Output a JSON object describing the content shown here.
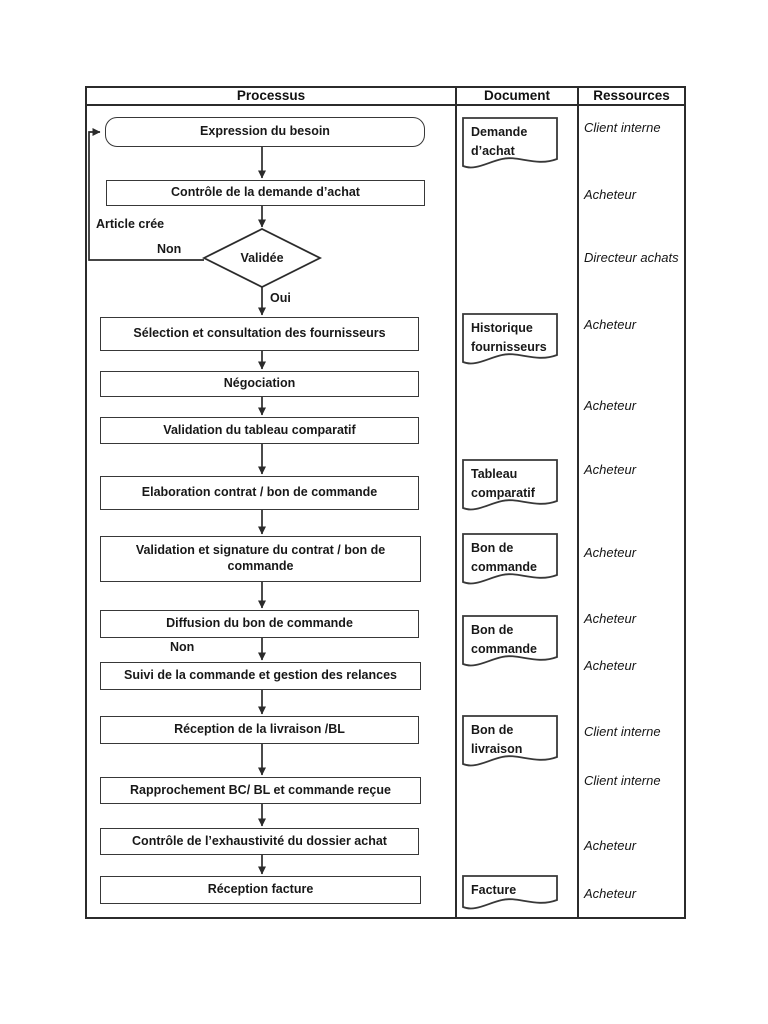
{
  "header": {
    "processus": "Processus",
    "document": "Document",
    "ressources": "Ressources"
  },
  "flow": {
    "steps": {
      "expression": "Expression du besoin",
      "controle_demande": "Contrôle de la demande d’achat",
      "selection": "Sélection et consultation des fournisseurs",
      "negociation": "Négociation",
      "validation_tableau": "Validation du tableau comparatif",
      "elaboration": "Elaboration contrat / bon de commande",
      "validation_signature": "Validation et signature du contrat / bon de commande",
      "diffusion": "Diffusion du bon de commande",
      "suivi": "Suivi de la commande et gestion des relances",
      "reception_livraison": "Réception de la livraison /BL",
      "rapprochement": "Rapprochement BC/ BL et commande reçue",
      "controle_exhaustivite": "Contrôle de l’exhaustivité du dossier achat",
      "reception_facture": "Réception facture"
    },
    "decision": {
      "label": "Validée",
      "yes_label": "Oui",
      "no_label": "Non",
      "loop_label": "Article crée",
      "relance_label": "Non"
    }
  },
  "documents": [
    {
      "line1": "Demande",
      "line2": "d’achat"
    },
    {
      "line1": "Historique",
      "line2": "fournisseurs"
    },
    {
      "line1": "Tableau",
      "line2": "comparatif"
    },
    {
      "line1": "Bon de",
      "line2": "commande"
    },
    {
      "line1": "Bon de",
      "line2": "commande"
    },
    {
      "line1": "Bon de",
      "line2": "livraison"
    },
    {
      "line1": "Facture"
    }
  ],
  "resources": [
    "Client interne",
    "Acheteur",
    "Directeur achats",
    "Acheteur",
    "Acheteur",
    "Acheteur",
    "Acheteur",
    "Acheteur",
    "Acheteur",
    "Client interne",
    "Client interne",
    "Acheteur",
    "Acheteur"
  ],
  "colors": {
    "line": "#2b2b2b",
    "text": "#1a1a1a",
    "background": "#ffffff"
  }
}
